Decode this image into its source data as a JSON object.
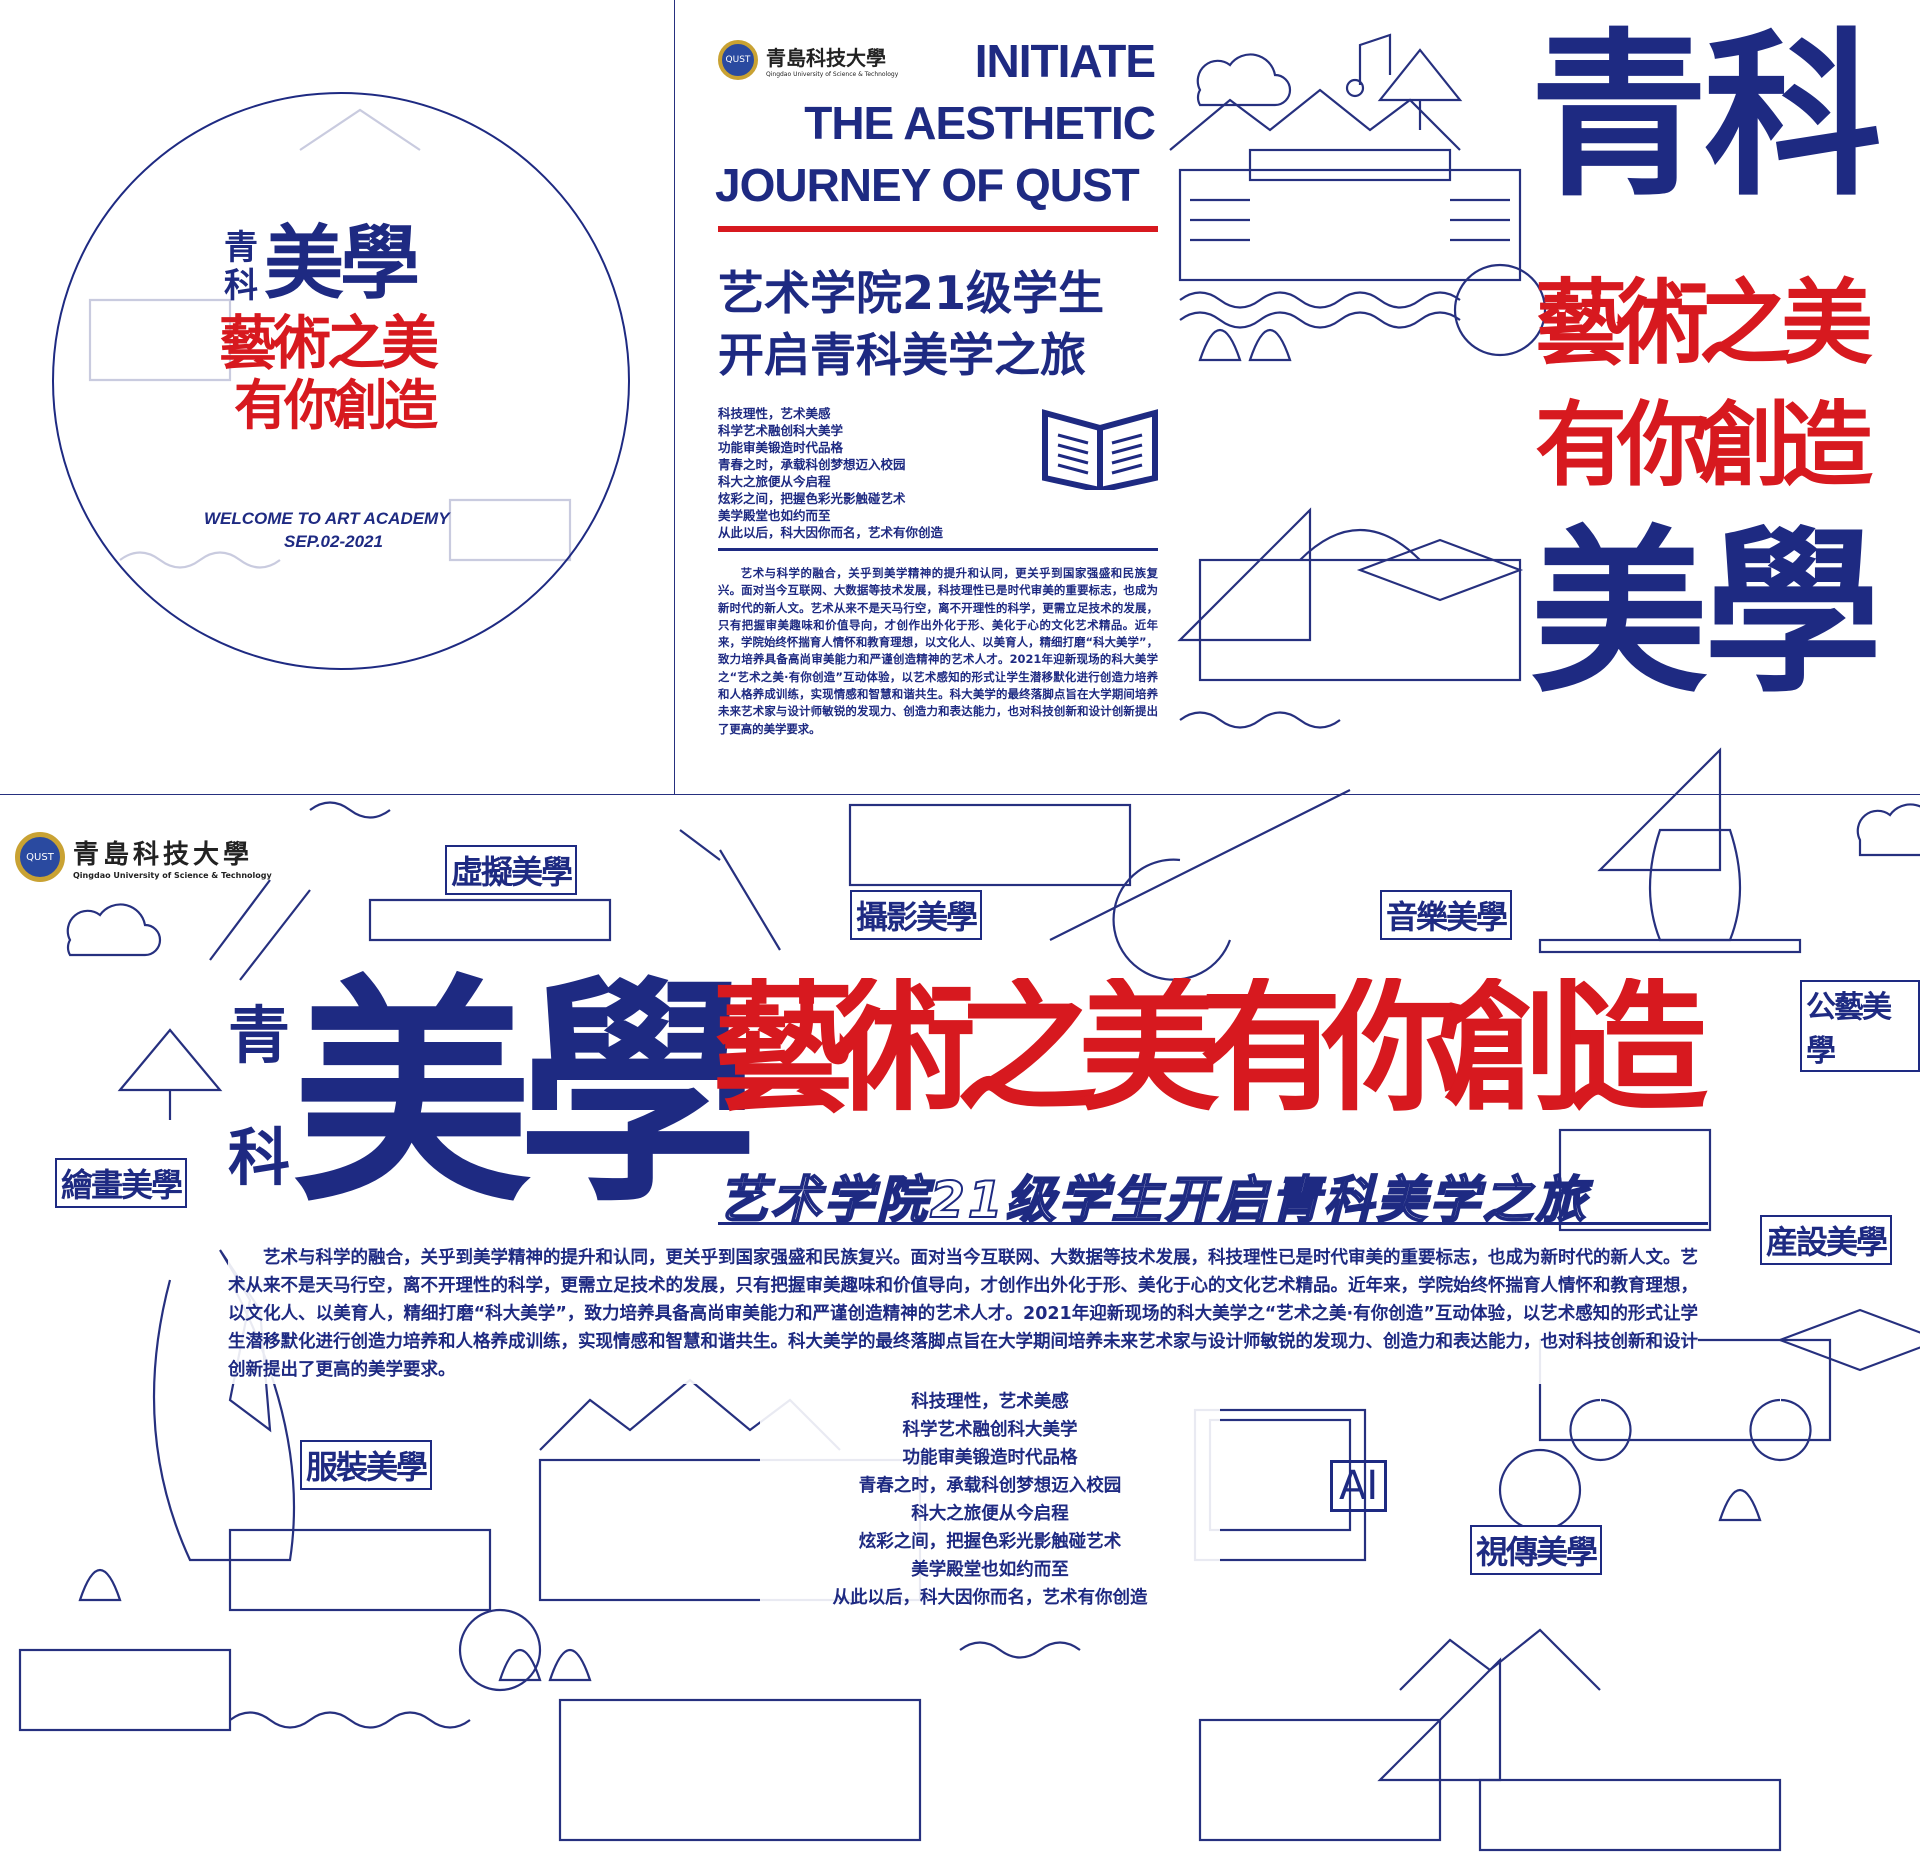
{
  "circle_badge": {
    "title_blue_small": "青科",
    "title_blue_big": "美學",
    "title_red_1": "藝術之美",
    "title_red_2": "有你創造",
    "welcome": "WELCOME TO ART ACADEMY",
    "date": "SEP.02-2021"
  },
  "top_poster": {
    "logo": {
      "cn": "青島科技大學",
      "en": "Qingdao University of Science & Technology",
      "seal": "QUST"
    },
    "headline_en": [
      "INITIATE",
      "THE AESTHETIC",
      "JOURNEY OF QUST"
    ],
    "headline_cn": [
      "艺术学院21级学生",
      "开启青科美学之旅"
    ],
    "poem": [
      "科技理性，艺术美感",
      "科学艺术融创科大美学",
      "功能审美锻造时代品格",
      "青春之时，承载科创梦想迈入校园",
      "科大之旅便从今启程",
      "炫彩之间，把握色彩光影触碰艺术",
      "美学殿堂也如约而至",
      "从此以后，科大因你而名，艺术有你创造"
    ],
    "paragraph": "艺术与科学的融合，关乎到美学精神的提升和认同，更关乎到国家强盛和民族复兴。面对当今互联网、大数据等技术发展，科技理性已是时代审美的重要标志，也成为新时代的新人文。艺术从来不是天马行空，离不开理性的科学，更需立足技术的发展，只有把握审美趣味和价值导向，才创作出外化于形、美化于心的文化艺术精品。近年来，学院始终怀揣育人情怀和教育理想，以文化人、以美育人，精细打磨“科大美学”，致力培养具备高尚审美能力和严谨创造精神的艺术人才。2021年迎新现场的科大美学之“艺术之美·有你创造”互动体验，以艺术感知的形式让学生潜移默化进行创造力培养和人格养成训练，实现情感和智慧和谐共生。科大美学的最终落脚点旨在大学期间培养未来艺术家与设计师敏锐的发现力、创造力和表达能力，也对科技创新和设计创新提出了更高的美学要求。",
    "big_title": {
      "blue_1": "青科",
      "red_1": "藝術之美",
      "red_2": "有你創造",
      "blue_2": "美學"
    }
  },
  "bottom_banner": {
    "logo": {
      "cn": "青島科技大學",
      "en": "Qingdao University of Science & Technology",
      "seal": "QUST"
    },
    "title_blue_small": "青科",
    "title_blue_big": "美學",
    "title_red": "藝術之美有你創造",
    "subtitle": "艺术学院21级学生开启青科美学之旅",
    "paragraph": "艺术与科学的融合，关乎到美学精神的提升和认同，更关乎到国家强盛和民族复兴。面对当今互联网、大数据等技术发展，科技理性已是时代审美的重要标志，也成为新时代的新人文。艺术从来不是天马行空，离不开理性的科学，更需立足技术的发展，只有把握审美趣味和价值导向，才创作出外化于形、美化于心的文化艺术精品。近年来，学院始终怀揣育人情怀和教育理想，以文化人、以美育人，精细打磨“科大美学”，致力培养具备高尚审美能力和严谨创造精神的艺术人才。2021年迎新现场的科大美学之“艺术之美·有你创造”互动体验，以艺术感知的形式让学生潜移默化进行创造力培养和人格养成训练，实现情感和智慧和谐共生。科大美学的最终落脚点旨在大学期间培养未来艺术家与设计师敏锐的发现力、创造力和表达能力，也对科技创新和设计创新提出了更高的美学要求。",
    "poem": [
      "科技理性，艺术美感",
      "科学艺术融创科大美学",
      "功能审美锻造时代品格",
      "青春之时，承载科创梦想迈入校园",
      "科大之旅便从今启程",
      "炫彩之间，把握色彩光影触碰艺术",
      "美学殿堂也如约而至",
      "从此以后，科大因你而名，艺术有你创造"
    ],
    "tags": {
      "virtual": "虛擬美學",
      "photo": "攝影美學",
      "music": "音樂美學",
      "public_art": "公藝美學",
      "painting": "繪畫美學",
      "product": "産設美學",
      "fashion": "服裝美學",
      "visual": "視傳美學"
    },
    "ai_label": "AI"
  },
  "colors": {
    "blue": "#1e2a82",
    "red": "#d7191f",
    "background": "#ffffff"
  }
}
